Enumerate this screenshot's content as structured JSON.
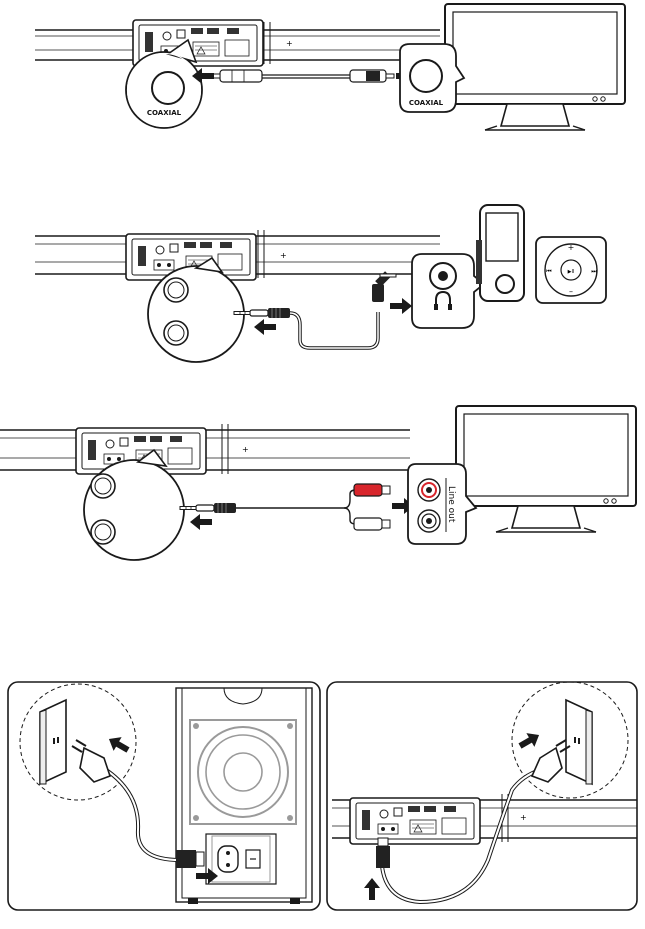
{
  "panel1": {
    "coax_label_left": "COAXIAL",
    "coax_label_right": "COAXIAL"
  },
  "panel3": {
    "line_out_label": "Line out"
  },
  "colors": {
    "rca_red": "#d8262c",
    "ink": "#1a1a1a",
    "gray": "#9a9a9a"
  },
  "icons": [
    "coaxial-jack",
    "headphone-icon",
    "arrow-icon",
    "power-plug-icon",
    "wall-outlet-icon",
    "tv-icon",
    "media-player-icon",
    "ipod-shuffle-icon",
    "subwoofer-icon",
    "soundbar-icon"
  ]
}
